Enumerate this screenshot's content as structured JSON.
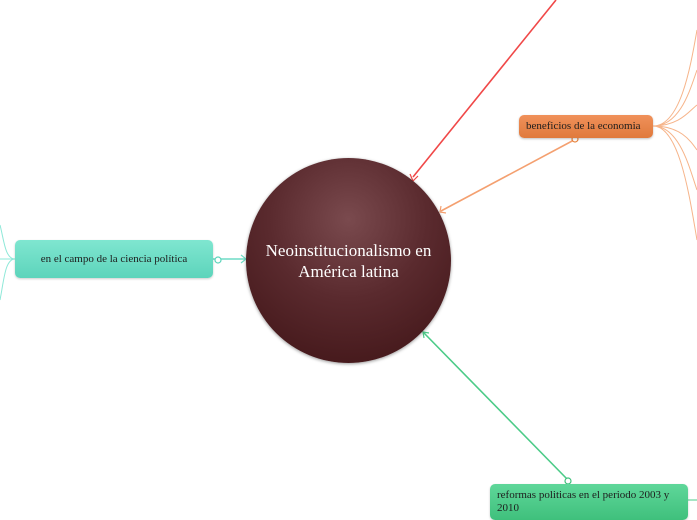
{
  "central": {
    "title": "Neoinstitucionalismo en América latina",
    "color": "#5a2a2e"
  },
  "topics": {
    "beneficios": {
      "label": "beneficios de la economia",
      "color": "#e8843f"
    },
    "campo": {
      "label": "en el campo de la ciencia política",
      "color": "#6edcc5"
    },
    "reformas": {
      "label": "reformas politicas en el periodo 2003 y 2010",
      "color": "#4ccb88"
    }
  },
  "connectors": {
    "red": "#f04848",
    "orange": "#f4a070",
    "teal": "#6edcc5",
    "green": "#4ccb88"
  }
}
